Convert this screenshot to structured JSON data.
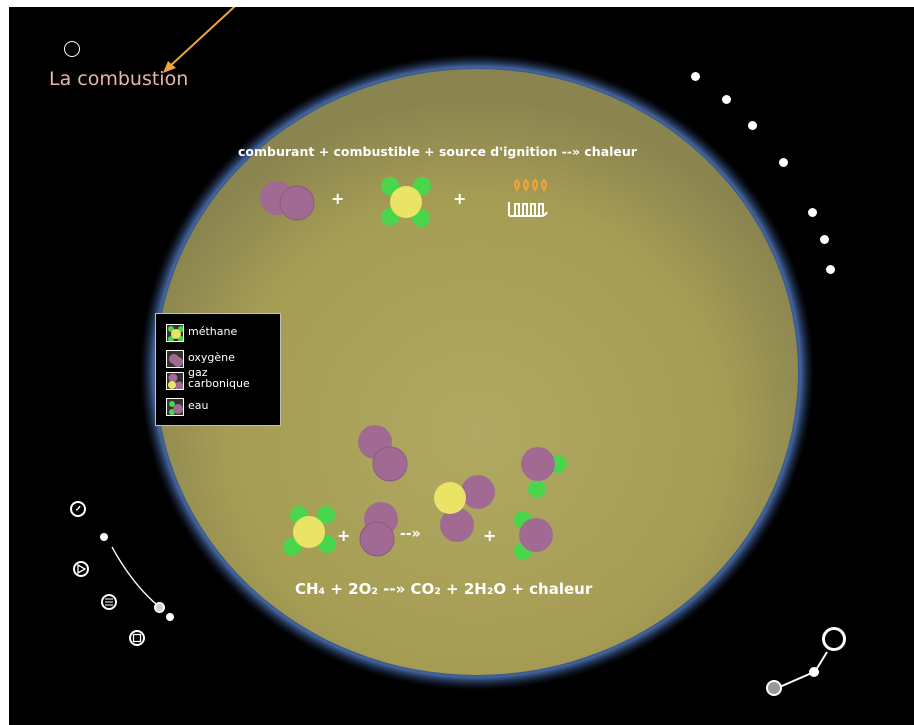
{
  "page": {
    "title": "La combustion"
  },
  "equations": {
    "top_text": "comburant + combustible + source d'ignition --» chaleur",
    "top_plus_1": "+",
    "top_plus_2": "+",
    "bottom_plus_1": "+",
    "bottom_arrow": "--»",
    "bottom_plus_2": "+",
    "formula": "CH₄ + 2O₂ --» CO₂ + 2H₂O + chaleur"
  },
  "legend": {
    "items": [
      {
        "label": "méthane",
        "icon": "methane-molecule-icon"
      },
      {
        "label": "oxygène",
        "icon": "oxygen-molecule-icon"
      },
      {
        "label": "gaz\ncarbonique",
        "icon": "co2-molecule-icon"
      },
      {
        "label": "eau",
        "icon": "water-molecule-icon"
      }
    ]
  },
  "colors": {
    "background": "#000000",
    "sphere": "#a39a52",
    "sphere_rim": "#5f86c6",
    "oxygen": "#a06a92",
    "carbon": "#e9e366",
    "hydrogen": "#49d64c",
    "arrow": "#f3a33a",
    "title": "#e7b6a6"
  },
  "icons": {
    "arrow": "pointer-arrow-icon",
    "flame_comb": "flame-comb-icon",
    "tools": [
      "clock-icon",
      "play-triangle-icon",
      "hamburger-icon",
      "square-icon"
    ]
  }
}
